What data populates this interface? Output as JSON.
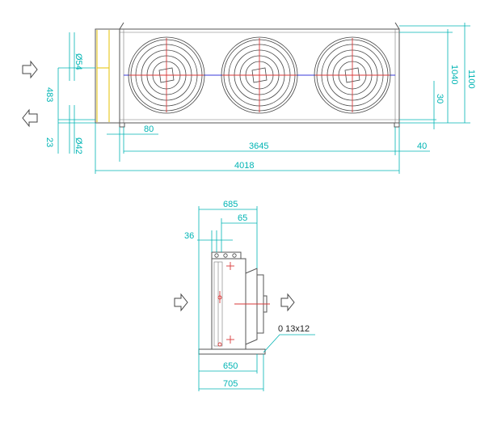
{
  "top_view": {
    "fan_count": 3,
    "dims": {
      "diam_54": "Ø54",
      "d483": "483",
      "d23": "23",
      "diam_42": "Ø42",
      "d80": "80",
      "d3645": "3645",
      "d40": "40",
      "d4018": "4018",
      "d30": "30",
      "d1040": "1040",
      "d1100": "1100"
    }
  },
  "side_view": {
    "dims": {
      "d685": "685",
      "d65": "65",
      "d36": "36",
      "d650": "650",
      "d705": "705"
    },
    "mount_note": "0 13x12"
  },
  "colors": {
    "dimension": "#00b4b4",
    "outline": "#555555",
    "centerline_blue": "#3a3ad8",
    "centerline_red": "#d83a3a",
    "coil": "#e6c200"
  }
}
